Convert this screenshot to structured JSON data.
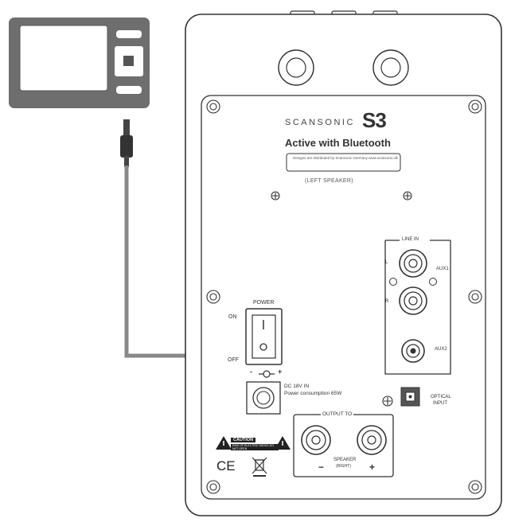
{
  "labels": {
    "brand": "SCANSONIC",
    "logo": "S3",
    "subtitle": "Active with Bluetooth",
    "distribution_note": "Designs are distributed by Scansonic Germany www.scansonic.dk",
    "speaker_side": "(LEFT SPEAKER)",
    "power": "POWER",
    "on": "ON",
    "off": "OFF",
    "polarity_minus": "-",
    "polarity_plus": "+",
    "dc_input": "DC 18V IN",
    "power_consumption": "Power consumption 65W",
    "line_in": "LINE IN",
    "aux1": "AUX1",
    "aux2": "AUX2",
    "channel_left": "L",
    "channel_right": "R",
    "optical_line1": "OPTICAL",
    "optical_line2": "INPUT",
    "output_to": "OUTPUT TO",
    "speaker_line1": "SPEAKER",
    "speaker_line2": "(RIGHT)",
    "terminal_minus": "−",
    "terminal_plus": "+",
    "caution": "CAUTION",
    "caution_detail": "RISK OF ELECTRIC SHOCK DO NOT OPEN",
    "ce_mark": "CE"
  },
  "icons": [
    "media-player-icon",
    "tweeter-port-icon",
    "screw-icon",
    "power-switch-icon",
    "rca-jack-icon",
    "aux-jack-icon",
    "dc-jack-icon",
    "optical-input-icon",
    "speaker-terminal-icon",
    "warning-triangle-icon",
    "weee-bin-icon",
    "audio-cable-icon"
  ],
  "colors": {
    "line": "#333333",
    "device": "#6e6e6e",
    "cable": "#888888",
    "fill": "#ffffff"
  }
}
